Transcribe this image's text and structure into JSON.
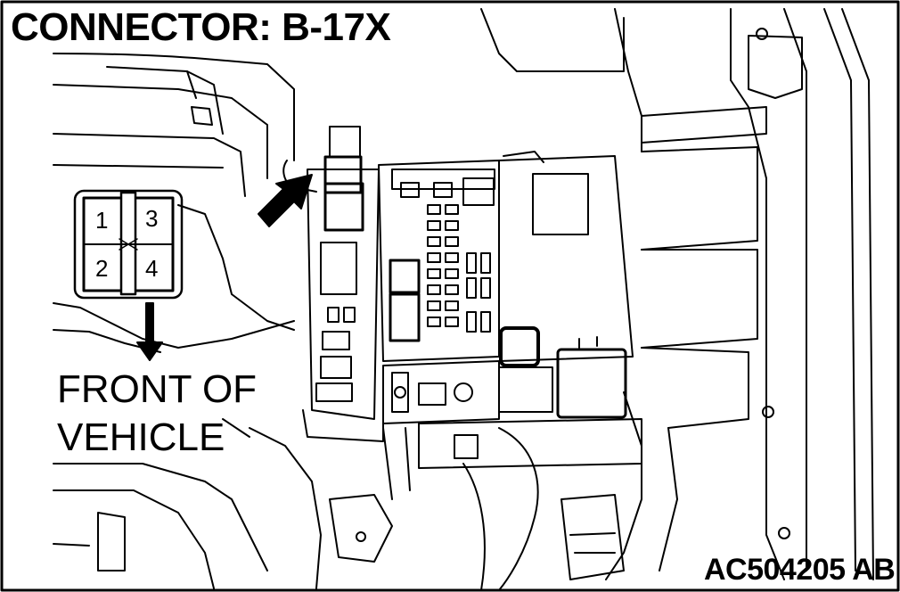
{
  "diagram": {
    "title": "CONNECTOR: B-17X",
    "direction_label_line1": "FRONT OF",
    "direction_label_line2": "VEHICLE",
    "figure_code": "AC504205 AB",
    "connector_pins": [
      "1",
      "3",
      "2",
      "4"
    ],
    "colors": {
      "line": "#000000",
      "background": "#ffffff"
    }
  }
}
